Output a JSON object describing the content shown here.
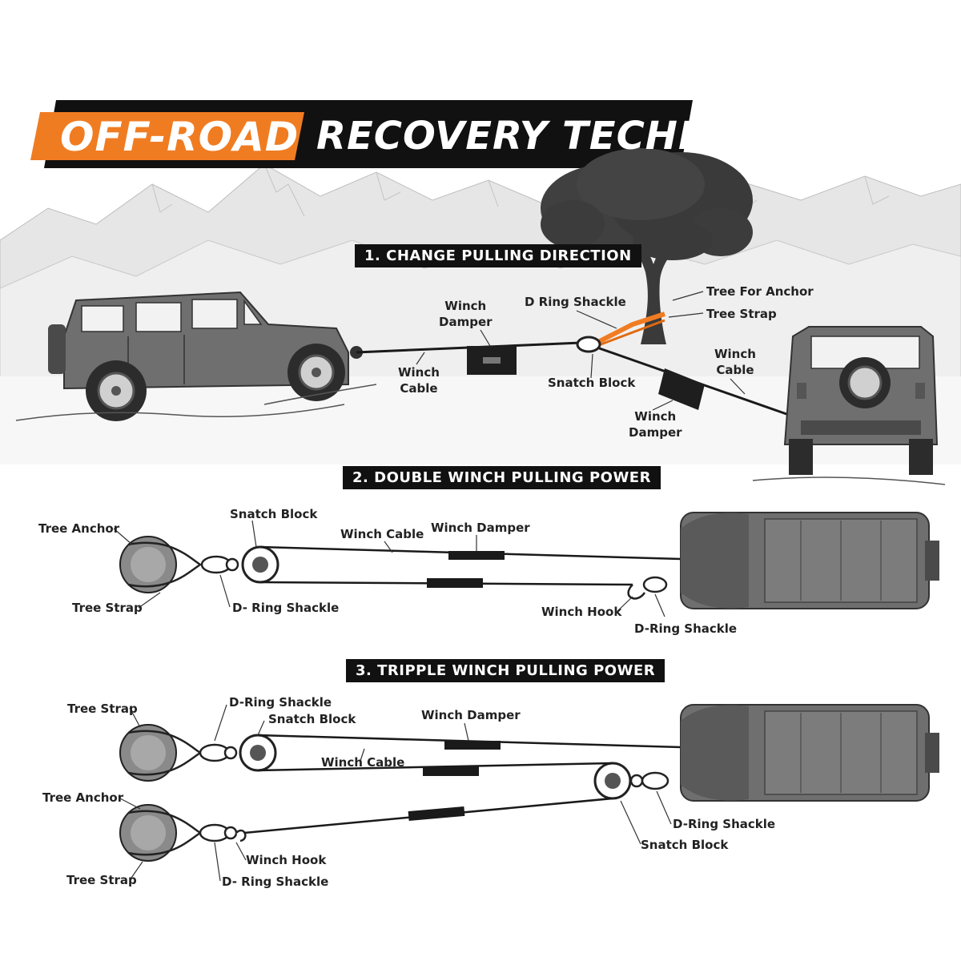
{
  "title": {
    "part1": "OFF-ROAD",
    "part2": "RECOVERY TECHNIQUES",
    "accent_color": "#f07c22"
  },
  "section1": {
    "heading": "1. CHANGE PULLING DIRECTION",
    "labels": {
      "winch_damper_a": "Winch\nDamper",
      "d_ring_shackle": "D Ring Shackle",
      "tree_for_anchor": "Tree For Anchor",
      "tree_strap": "Tree Strap",
      "winch_cable_a": "Winch\nCable",
      "snatch_block": "Snatch Block",
      "winch_cable_b": "Winch\nCable",
      "winch_damper_b": "Winch\nDamper"
    }
  },
  "section2": {
    "heading": "2. DOUBLE WINCH PULLING POWER",
    "labels": {
      "tree_anchor": "Tree Anchor",
      "snatch_block": "Snatch Block",
      "winch_cable": "Winch Cable",
      "winch_damper": "Winch Damper",
      "tree_strap": "Tree Strap",
      "d_ring_shackle_left": "D- Ring Shackle",
      "winch_hook": "Winch Hook",
      "d_ring_shackle_right": "D-Ring Shackle"
    }
  },
  "section3": {
    "heading": "3. TRIPPLE WINCH PULLING POWER",
    "labels": {
      "tree_strap_top": "Tree Strap",
      "d_ring_shackle_top": "D-Ring Shackle",
      "snatch_block_top": "Snatch Block",
      "winch_damper": "Winch Damper",
      "winch_cable": "Winch Cable",
      "tree_anchor": "Tree Anchor",
      "d_ring_shackle_right": "D-Ring Shackle",
      "snatch_block_right": "Snatch Block",
      "winch_hook": "Winch Hook",
      "tree_strap_bottom": "Tree Strap",
      "d_ring_shackle_bottom": "D- Ring Shackle"
    }
  },
  "colors": {
    "vehicle": "#6f6f6f",
    "vehicle_dark": "#4a4a4a",
    "cable": "#1a1a1a",
    "strap": "#f07c22",
    "tree": "#3a3a3a",
    "mountains": "#d9d9d9"
  }
}
